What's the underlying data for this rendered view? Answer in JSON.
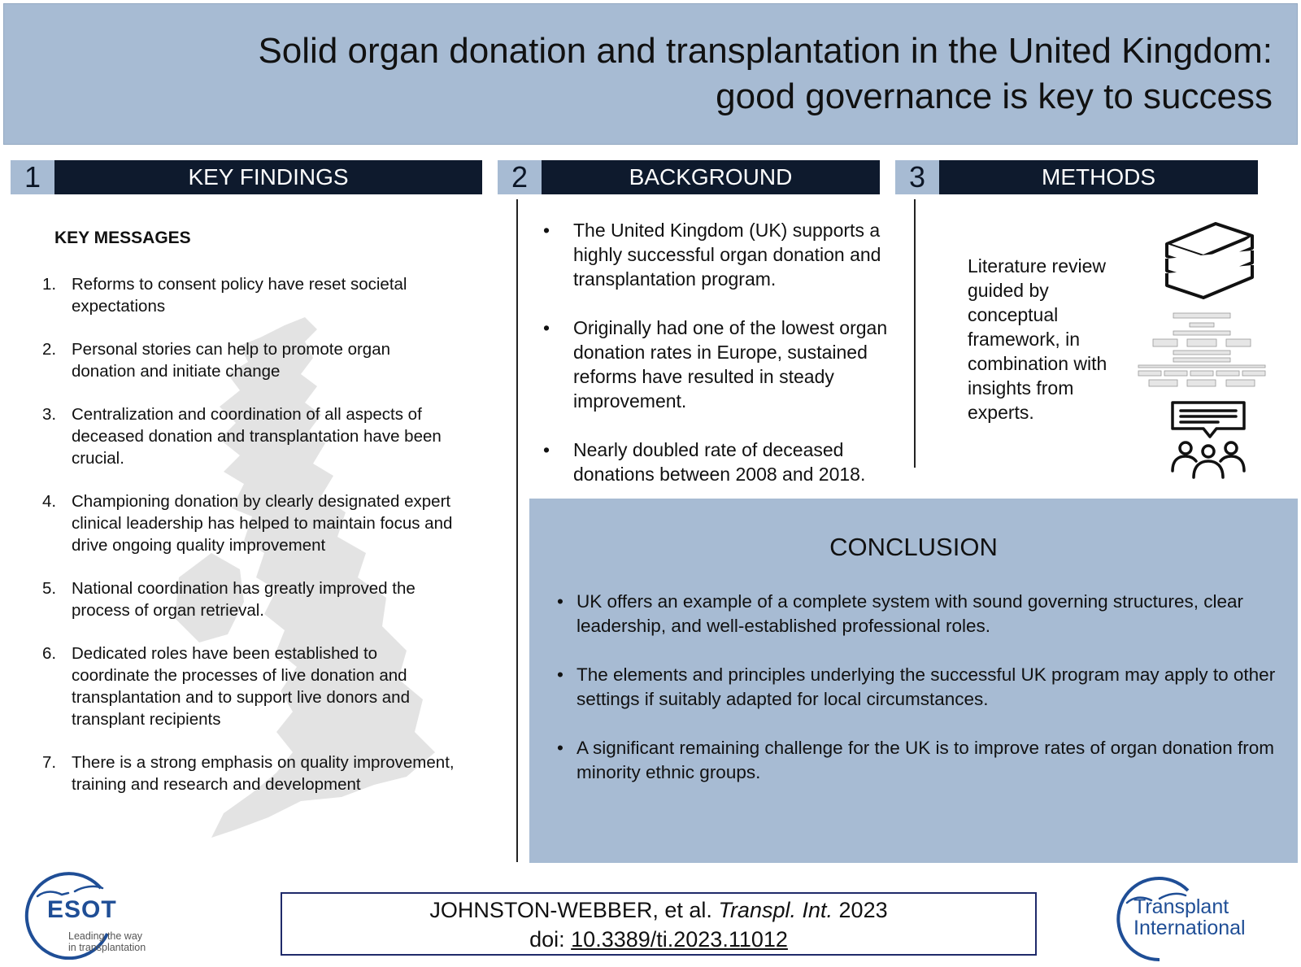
{
  "title": {
    "line1": "Solid organ donation and transplantation in the United Kingdom:",
    "line2": "good governance is key to success"
  },
  "sections": [
    {
      "number": "1",
      "label": "KEY FINDINGS"
    },
    {
      "number": "2",
      "label": "BACKGROUND"
    },
    {
      "number": "3",
      "label": "METHODS"
    }
  ],
  "key_findings": {
    "heading": "KEY MESSAGES",
    "items": [
      {
        "num": "1.",
        "text": "Reforms to consent policy have reset societal expectations"
      },
      {
        "num": "2.",
        "text": "Personal stories can help to promote organ donation and initiate change"
      },
      {
        "num": "3.",
        "text": "Centralization and coordination of all aspects of deceased donation and transplantation have been crucial."
      },
      {
        "num": "4.",
        "text": "Championing donation by clearly designated expert clinical leadership has helped to maintain focus and drive ongoing quality improvement"
      },
      {
        "num": "5.",
        "text": "National coordination has greatly improved the process of organ retrieval."
      },
      {
        "num": "6.",
        "text": "Dedicated roles have been established to coordinate the processes of live donation and transplantation and to support live donors and transplant recipients"
      },
      {
        "num": "7.",
        "text": "There is a strong emphasis on quality improvement, training and research and development"
      }
    ]
  },
  "background": {
    "bullets": [
      "The United Kingdom (UK) supports a highly successful organ donation and transplantation program.",
      "Originally had one of the lowest organ donation rates in Europe, sustained reforms have resulted in steady improvement.",
      "Nearly doubled rate of deceased donations between 2008 and 2018."
    ]
  },
  "methods": {
    "text": "Literature review guided by conceptual framework, in combination with insights from experts.",
    "icons": [
      "books-icon",
      "framework-diagram-icon",
      "discussion-group-icon"
    ]
  },
  "conclusion": {
    "heading": "CONCLUSION",
    "bullets": [
      "UK offers an example of a complete system with sound governing structures, clear leadership, and well-established professional roles.",
      "The elements and principles underlying the successful UK program may apply to other settings if suitably adapted for local circumstances.",
      "A significant remaining challenge for the UK is to improve rates of organ donation from minority ethnic groups."
    ]
  },
  "citation": {
    "authors": "JOHNSTON-WEBBER, et al.",
    "journal": "Transpl. Int.",
    "year": "2023",
    "doi_label": "doi:",
    "doi": "10.3389/ti.2023.11012"
  },
  "logos": {
    "esot": {
      "name": "ESOT",
      "tagline1": "Leading the way",
      "tagline2": "in transplantation"
    },
    "journal": {
      "line1": "Transplant",
      "line2": "International"
    }
  },
  "colors": {
    "header_bg": "#a7bbd3",
    "section_label_bg": "#0e1a2d",
    "logo_blue": "#1f4e96"
  }
}
